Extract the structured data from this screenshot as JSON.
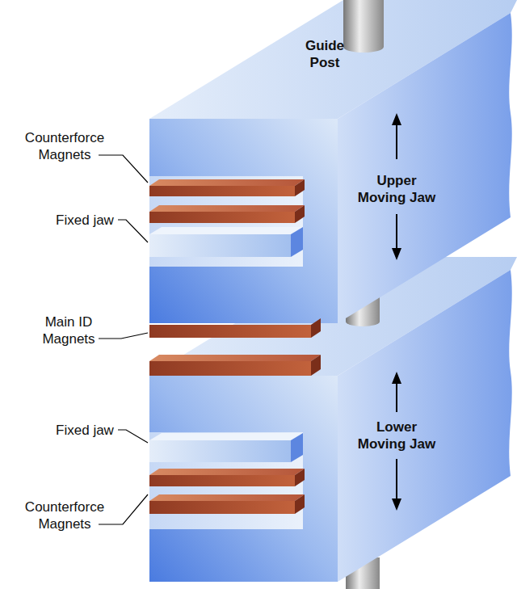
{
  "diagram": {
    "labels": [
      "Guide Post",
      "Counterforce Magnets",
      "Fixed jaw",
      "Upper Moving Jaw",
      "Main ID Magnets",
      "Fixed jaw",
      "Lower Moving Jaw",
      "Counterforce Magnets"
    ]
  }
}
